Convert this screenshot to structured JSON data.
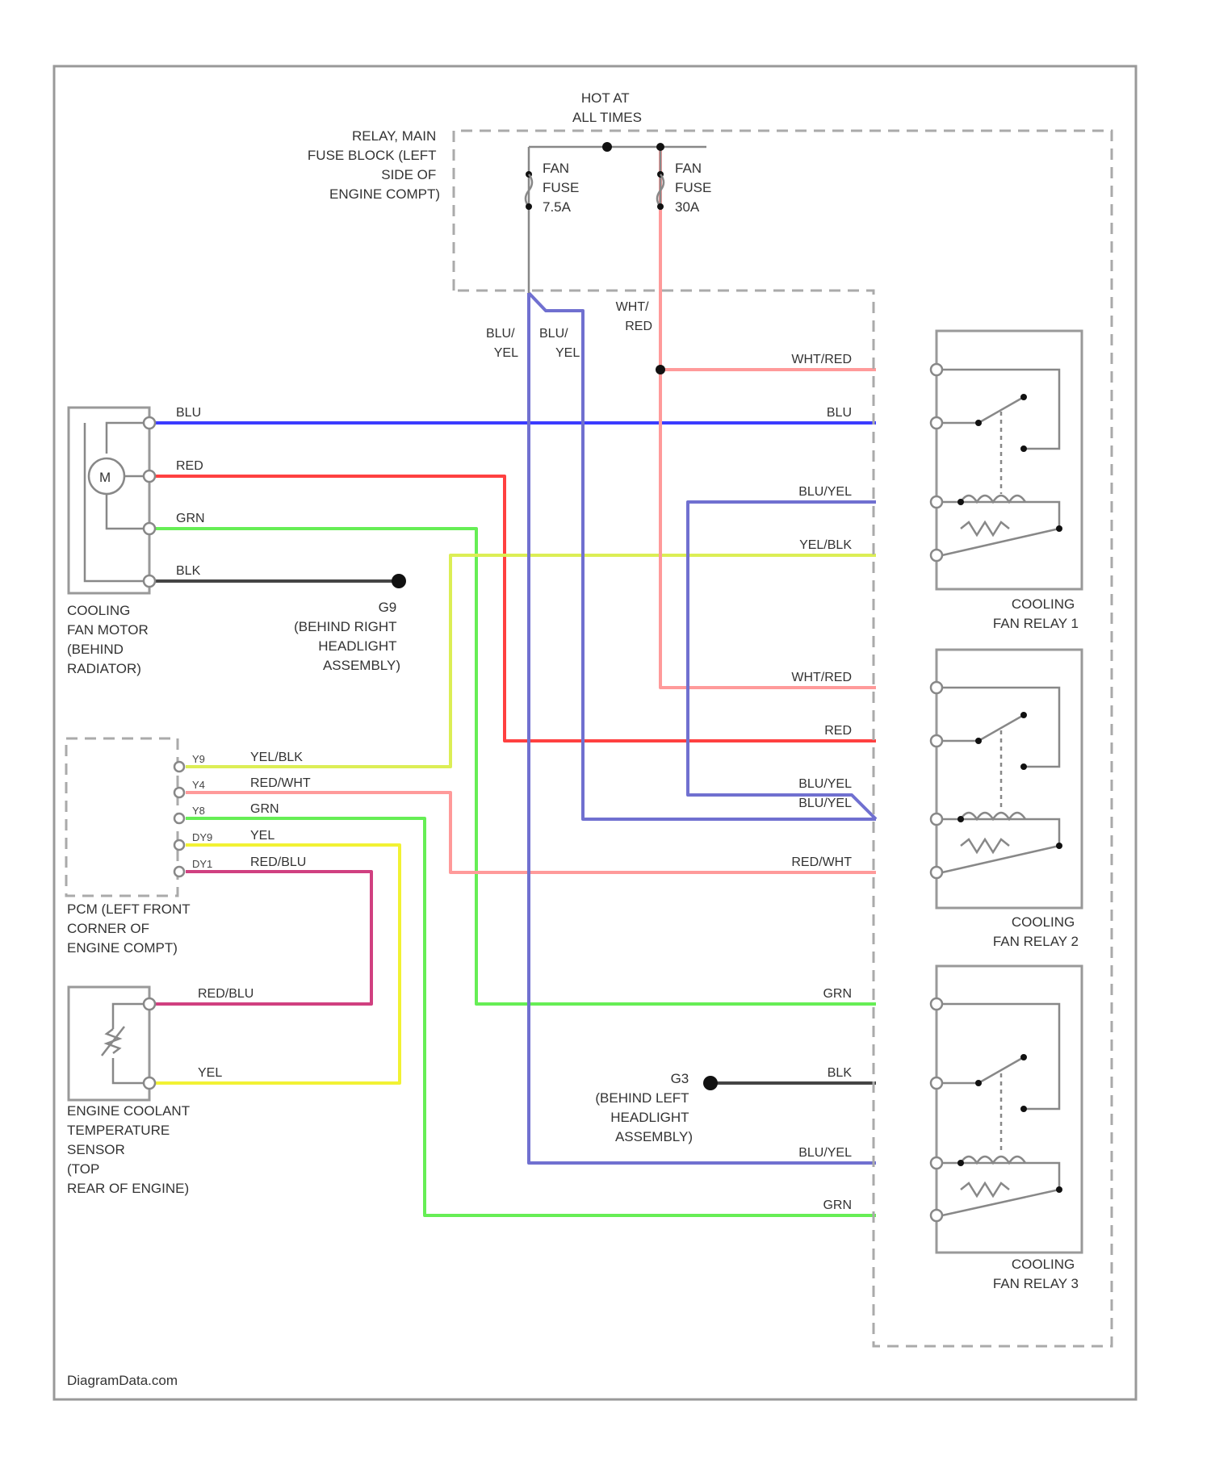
{
  "fuse_block": {
    "label": [
      "RELAY, MAIN",
      "FUSE BLOCK (LEFT",
      "SIDE OF",
      "ENGINE COMPT)"
    ],
    "hot": [
      "HOT AT",
      "ALL TIMES"
    ],
    "fuse_a": [
      "FAN",
      "FUSE",
      "7.5A"
    ],
    "fuse_b": [
      "FAN",
      "FUSE",
      "30A"
    ]
  },
  "motor": {
    "symbol": "M",
    "label": [
      "COOLING",
      "FAN MOTOR",
      "(BEHIND",
      "RADIATOR)"
    ]
  },
  "ground_right": [
    "G9",
    "(BEHIND RIGHT",
    "HEADLIGHT",
    "ASSEMBLY)"
  ],
  "ground_left": [
    "G3",
    "(BEHIND LEFT",
    "HEADLIGHT",
    "ASSEMBLY)"
  ],
  "pcm": {
    "label": [
      "PCM (LEFT FRONT",
      "CORNER OF",
      "ENGINE COMPT)"
    ],
    "pins": [
      "Y9",
      "Y4",
      "Y8",
      "DY9",
      "DY1"
    ]
  },
  "sensor": {
    "label": [
      "ENGINE COOLANT",
      "TEMPERATURE",
      "SENSOR",
      "(TOP",
      "REAR OF ENGINE)"
    ]
  },
  "relay1": {
    "label": [
      "COOLING",
      "FAN RELAY 1"
    ]
  },
  "relay2": {
    "label": [
      "COOLING",
      "FAN RELAY 2"
    ]
  },
  "relay3": {
    "label": [
      "COOLING",
      "FAN RELAY 3"
    ]
  },
  "wires": {
    "blu_yel_a": [
      "BLU/",
      "YEL"
    ],
    "blu_yel_b": [
      "BLU/",
      "YEL"
    ],
    "wht_red_v": [
      "WHT/",
      "RED"
    ],
    "m_blu": "BLU",
    "m_red": "RED",
    "m_grn": "GRN",
    "m_blk": "BLK",
    "r1_whtred": "WHT/RED",
    "r1_blu": "BLU",
    "r1_bluyel": "BLU/YEL",
    "r1_yelblk": "YEL/BLK",
    "r2_whtred": "WHT/RED",
    "r2_red": "RED",
    "r2_bluyel_a": "BLU/YEL",
    "r2_bluyel_b": "BLU/YEL",
    "r2_redwht": "RED/WHT",
    "p_yelblk": "YEL/BLK",
    "p_redwht": "RED/WHT",
    "p_grn": "GRN",
    "p_yel": "YEL",
    "p_redblu": "RED/BLU",
    "s_redblu": "RED/BLU",
    "s_yel": "YEL",
    "r3_grn": "GRN",
    "r3_blk": "BLK",
    "r3_bluyel": "BLU/YEL",
    "r3_grn2": "GRN"
  },
  "colors": {
    "blue": "#3b3bff",
    "red": "#ff4040",
    "green": "#66ee55",
    "yellow": "#f2f233",
    "pink": "#ffa0a0",
    "violet": "#7070d0",
    "magenta": "#d04080",
    "black": "#222222"
  },
  "watermark": "DiagramData.com"
}
